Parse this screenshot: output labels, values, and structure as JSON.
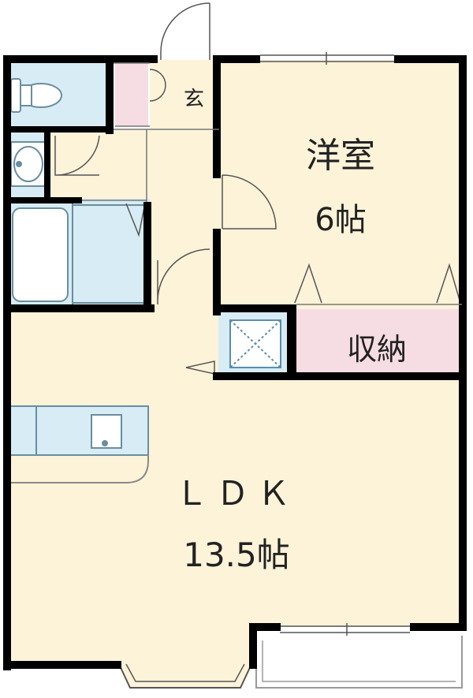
{
  "colors": {
    "floor": "#fdf3d9",
    "wet_area": "#d7ecf4",
    "storage": "#f6dde3",
    "wall": "#000000",
    "fixture_line": "#6a8ea0"
  },
  "rooms": {
    "western_room": {
      "name": "洋室",
      "size": "6帖"
    },
    "storage": {
      "name": "収納"
    },
    "entrance": {
      "name": "玄"
    },
    "ldk": {
      "name": "ＬＤＫ",
      "size": "13.5帖"
    }
  }
}
